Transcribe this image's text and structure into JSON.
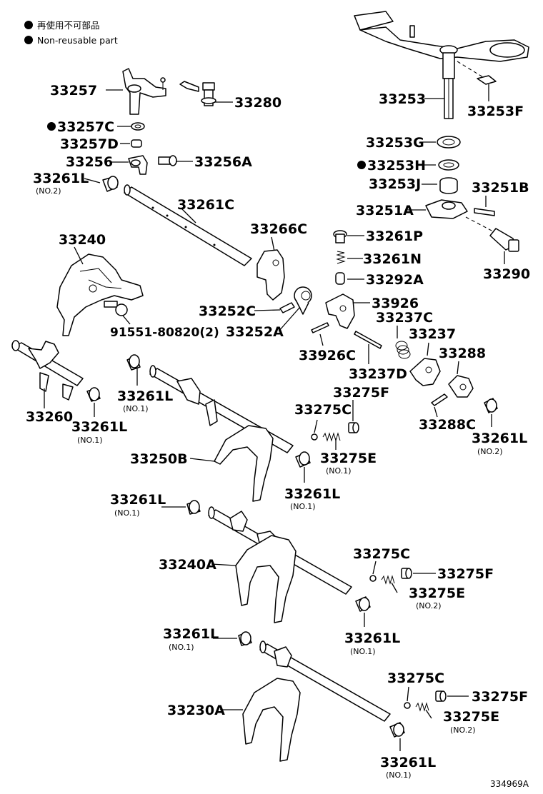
{
  "legend": {
    "japanese": "再使用不可部品",
    "english": "Non-reusable part"
  },
  "figure_id": "334969A",
  "labels": {
    "p33257": "33257",
    "p33280": "33280",
    "p33257C": "33257C",
    "p33257D": "33257D",
    "p33256": "33256",
    "p33256A": "33256A",
    "p33261L_a": "33261L",
    "p33261C": "33261C",
    "p33240": "33240",
    "p33266C": "33266C",
    "p33252C": "33252C",
    "p33252A": "33252A",
    "p91551": "91551-80820(2)",
    "p33260": "33260",
    "p33261L_b": "33261L",
    "p33261L_c": "33261L",
    "p33250B": "33250B",
    "p33261L_d": "33261L",
    "p33261L_e": "33261L",
    "p33240A": "33240A",
    "p33261L_f": "33261L",
    "p33261L_g": "33261L",
    "p33230A": "33230A",
    "p33261L_h": "33261L",
    "p33253": "33253",
    "p33253F": "33253F",
    "p33253G": "33253G",
    "p33253H": "33253H",
    "p33253J": "33253J",
    "p33251B": "33251B",
    "p33251A": "33251A",
    "p33261P": "33261P",
    "p33261N": "33261N",
    "p33292A": "33292A",
    "p33290": "33290",
    "p33926": "33926",
    "p33237C": "33237C",
    "p33237": "33237",
    "p33288": "33288",
    "p33926C": "33926C",
    "p33237D": "33237D",
    "p33288C": "33288C",
    "p33261L_i": "33261L",
    "p33275F_a": "33275F",
    "p33275C_a": "33275C",
    "p33275E_a": "33275E",
    "p33275C_b": "33275C",
    "p33275F_b": "33275F",
    "p33275E_b": "33275E",
    "p33275C_c": "33275C",
    "p33275F_c": "33275F",
    "p33275E_c": "33275E"
  },
  "subs": {
    "no2": "(NO.2)",
    "no1": "(NO.1)"
  },
  "non_reusable_marked": [
    "33257C",
    "33253H"
  ]
}
